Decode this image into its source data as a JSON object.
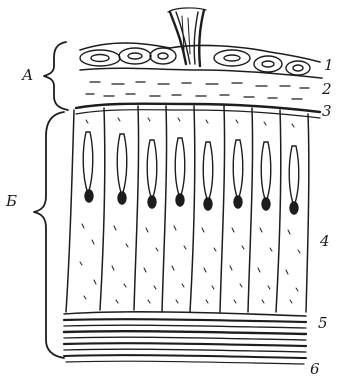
{
  "labels": {
    "section_a": "А",
    "section_b": "Б",
    "n1": "1",
    "n2": "2",
    "n3": "3",
    "n4": "4",
    "n5": "5",
    "n6": "6"
  }
}
